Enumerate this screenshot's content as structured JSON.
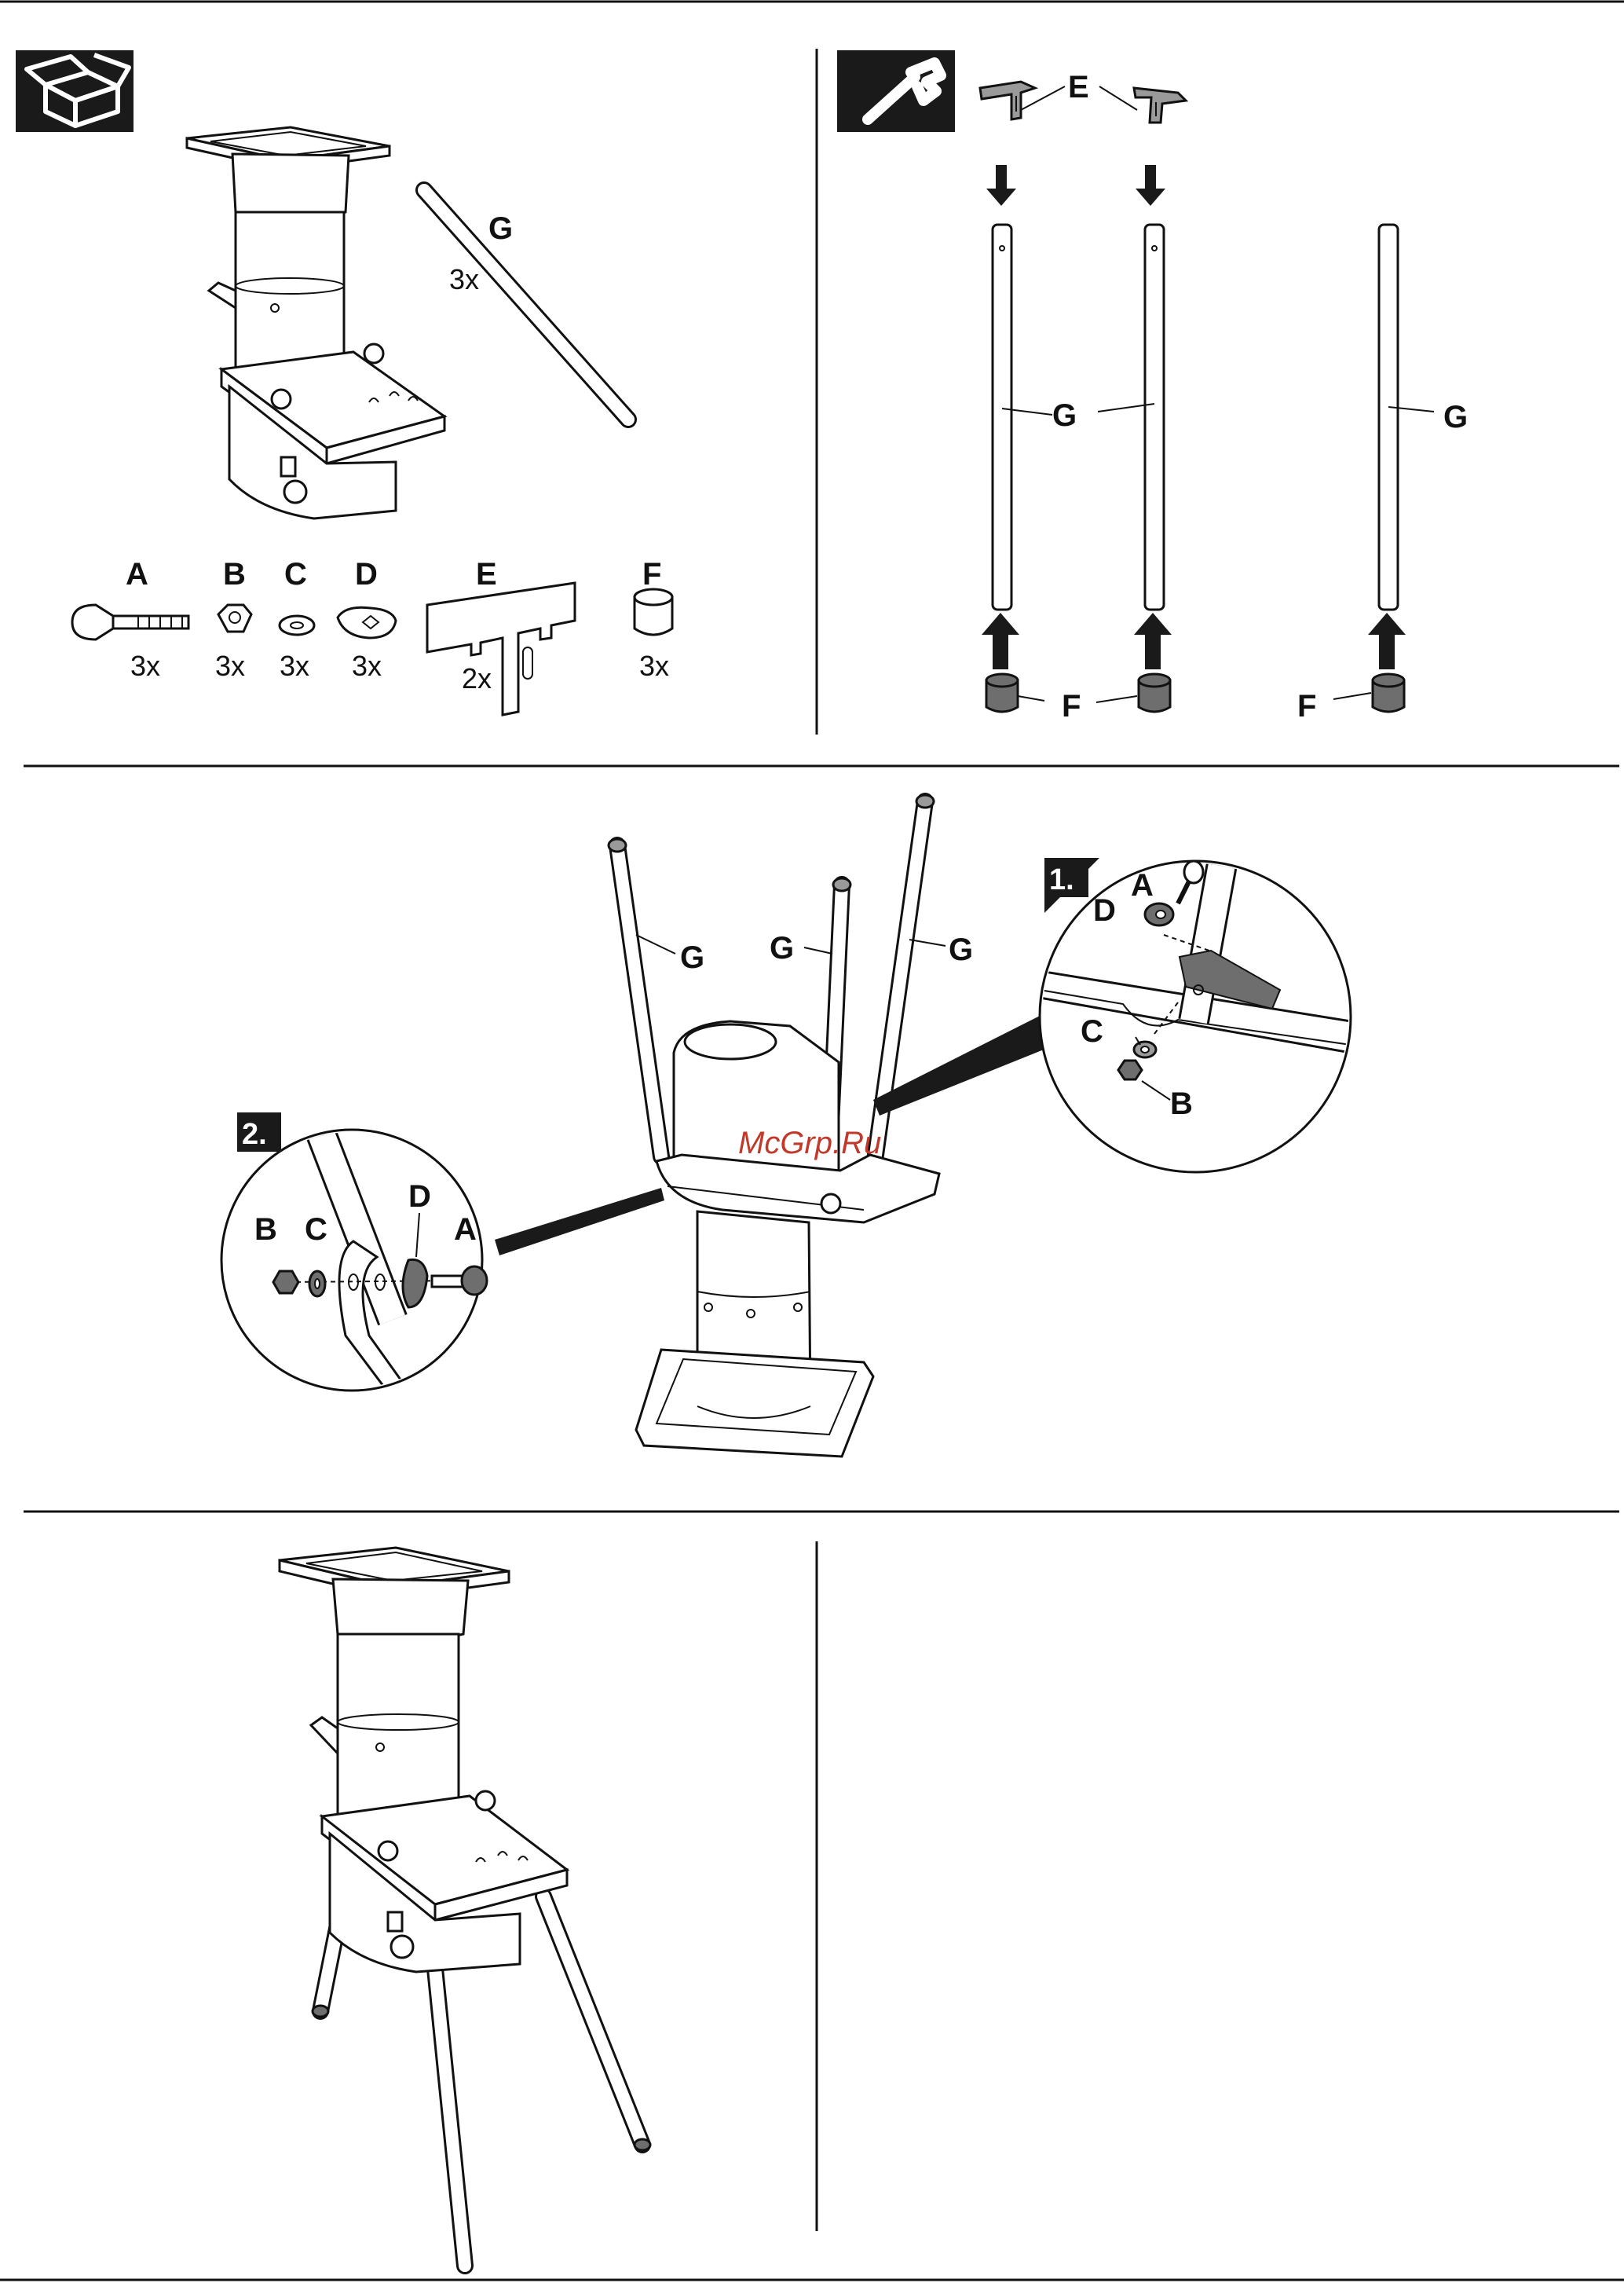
{
  "parts": {
    "A": {
      "letter": "A",
      "qty": "3x"
    },
    "B": {
      "letter": "B",
      "qty": "3x"
    },
    "C": {
      "letter": "C",
      "qty": "3x"
    },
    "D": {
      "letter": "D",
      "qty": "3x"
    },
    "E": {
      "letter": "E",
      "qty": "2x"
    },
    "F": {
      "letter": "F",
      "qty": "3x"
    },
    "G": {
      "letter": "G",
      "qty": "3x"
    }
  },
  "steps": {
    "one": "1.",
    "two": "2."
  },
  "watermark": "McGrp.Ru",
  "colors": {
    "ink": "#111111",
    "cap_grey": "#9a9a9a",
    "cap_dark": "#6e6e6e",
    "watermark": "#c0392b"
  },
  "icons": [
    "box-open-icon",
    "wrench-icon"
  ]
}
